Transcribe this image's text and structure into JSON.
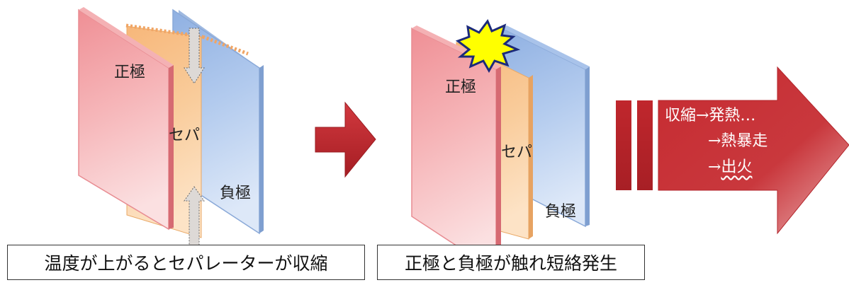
{
  "diagram1": {
    "positive_label": "正極",
    "separator_label": "セパ",
    "negative_label": "負極",
    "caption": "温度が上がるとセパレーターが収縮"
  },
  "diagram2": {
    "positive_label": "正極",
    "separator_label": "セパ",
    "negative_label": "負極",
    "caption": "正極と負極が触れ短絡発生"
  },
  "result": {
    "line1": "収縮→発熱…",
    "line2": "→熱暴走",
    "line3_prefix": "→",
    "line3_emphasis": "出火"
  },
  "colors": {
    "positive": "#f2a5a8",
    "separator": "#f8c48e",
    "negative": "#a9c3ea",
    "arrow": "#c0272d",
    "spark": "#ffff00"
  }
}
